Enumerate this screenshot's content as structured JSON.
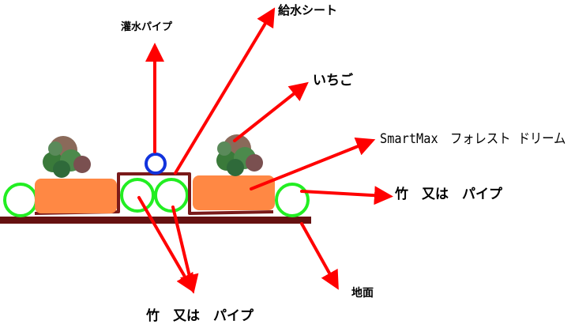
{
  "labels": {
    "irrigation_pipe": "灌水パイプ",
    "water_sheet": "給水シート",
    "strawberry": "いちご",
    "product": "SmartMax　フォレスト ドリーム",
    "bamboo_right": "竹　又は　パイプ",
    "ground": "地面",
    "bamboo_bottom": "竹　又は　パイプ"
  },
  "colors": {
    "arrow": "#ff0000",
    "ground": "#661111",
    "sheet": "#7a1a1a",
    "bamboo": "#22ee22",
    "irrigation_pipe": "#1133dd",
    "planter": "#ff8844",
    "leaf": "#3a7a3a"
  }
}
